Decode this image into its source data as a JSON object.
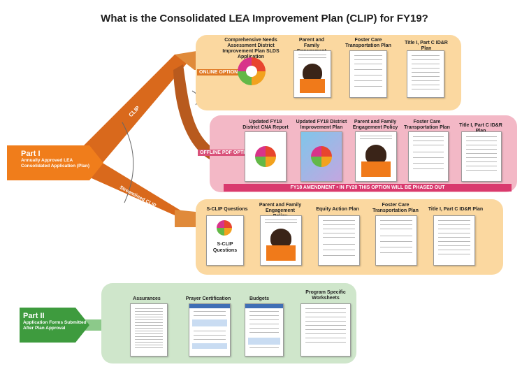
{
  "title": "What is the Consolidated LEA Improvement Plan (CLIP) for FY19?",
  "part1": {
    "heading": "Part I",
    "line1": "Annually Approved LEA",
    "line2": "Consolidated Application (Plan)"
  },
  "part2": {
    "heading": "Part II",
    "line1": "Application Forms Submitted",
    "line2": "After Plan Approval"
  },
  "branch_clip": "CLIP",
  "branch_streamlined": "Streamlined CLIP",
  "online": {
    "option_label": "ONLINE OPTION",
    "docs": [
      {
        "label": "Comprehensive Needs Assessment District Improvement Plan SLDS Application"
      },
      {
        "label": "Parent and Family Engagement Policy"
      },
      {
        "label": "Foster Care Transportation Plan"
      },
      {
        "label": "Title I, Part C ID&R Plan"
      }
    ]
  },
  "offline": {
    "option_label": "OFFLINE PDF OPTION",
    "banner": "FY18 AMENDMENT  •  IN FY20 THIS OPTION WILL BE PHASED OUT",
    "docs": [
      {
        "label": "Updated FY18 District CNA Report"
      },
      {
        "label": "Updated FY18 District Improvement Plan"
      },
      {
        "label": "Parent and Family Engagement Policy"
      },
      {
        "label": "Foster Care Transportation Plan"
      },
      {
        "label": "Title I, Part C ID&R Plan"
      }
    ]
  },
  "streamlined": {
    "docs": [
      {
        "label": "S-CLIP Questions"
      },
      {
        "label": "Parent and Family Engagement Policy"
      },
      {
        "label": "Equity Action Plan"
      },
      {
        "label": "Foster Care Transportation Plan"
      },
      {
        "label": "Title I, Part C ID&R Plan"
      }
    ],
    "scl_doc_text": "S-CLIP Questions"
  },
  "part2_docs": [
    {
      "label": "Assurances"
    },
    {
      "label": "Prayer Certification"
    },
    {
      "label": "Budgets"
    },
    {
      "label": "Program Specific Worksheets"
    }
  ],
  "colors": {
    "orange": "#f07d1b",
    "dark_orange": "#b65a18",
    "peach": "#fbd8a0",
    "pink": "#f3b8c6",
    "magenta": "#d93a6e",
    "green_band": "#cfe6cb",
    "green": "#3e9b3e"
  }
}
